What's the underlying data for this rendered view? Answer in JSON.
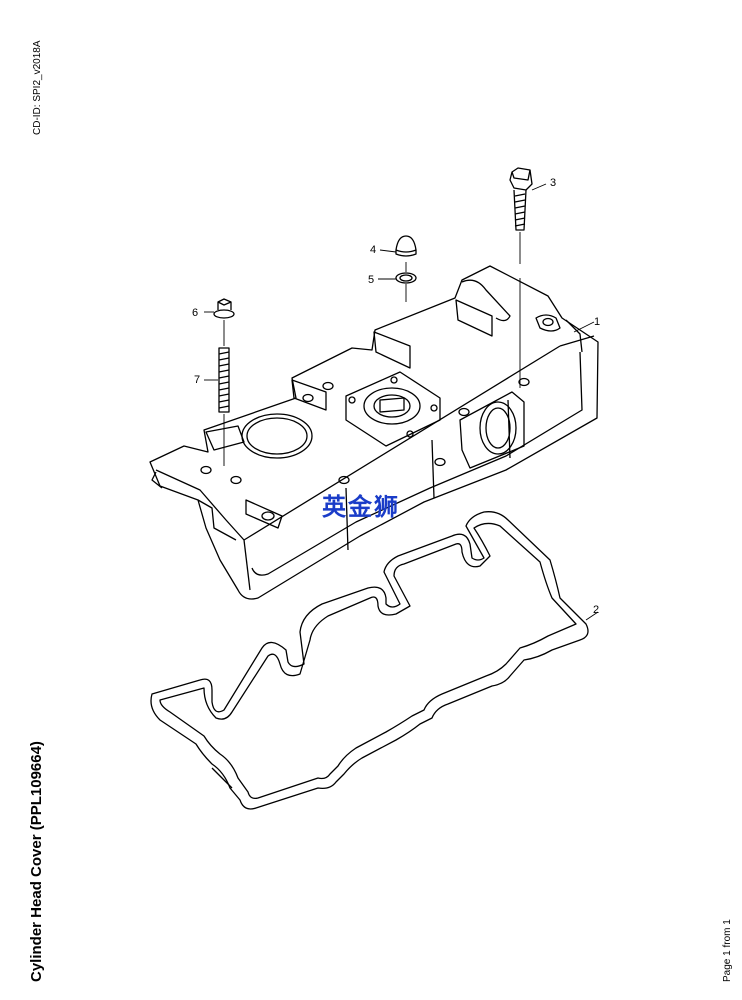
{
  "document": {
    "cd_id": "CD-ID: SPI2_v2018A",
    "title": "Cylinder Head Cover (PPL109664)",
    "page": "Page 1 from 1"
  },
  "watermark": {
    "text": "英金狮",
    "color": "#1a3cc8"
  },
  "callouts": [
    {
      "number": "1",
      "part": "cylinder-head-cover"
    },
    {
      "number": "2",
      "part": "cover-gasket"
    },
    {
      "number": "3",
      "part": "bolt"
    },
    {
      "number": "4",
      "part": "cap-nut"
    },
    {
      "number": "5",
      "part": "washer"
    },
    {
      "number": "6",
      "part": "flange-nut"
    },
    {
      "number": "7",
      "part": "stud"
    }
  ]
}
